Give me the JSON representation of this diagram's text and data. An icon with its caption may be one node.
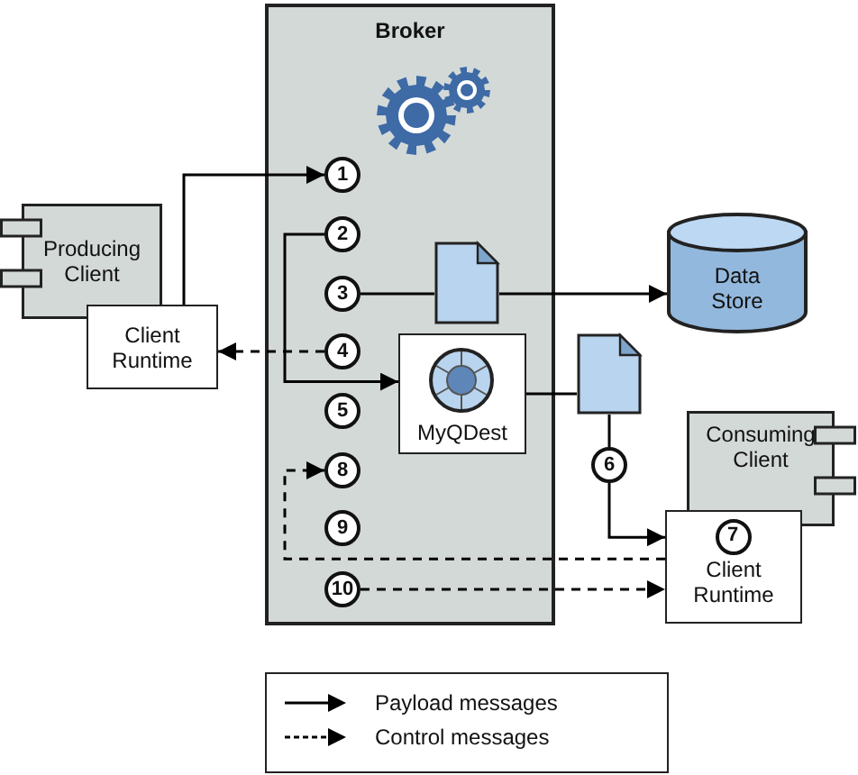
{
  "diagram": {
    "nodes": [
      {
        "text": [
          "Broker"
        ]
      },
      {
        "text": [
          "1"
        ],
        "in": 0
      },
      {
        "text": [
          "2"
        ],
        "in": 0
      },
      {
        "text": [
          "3"
        ],
        "in": 0
      },
      {
        "text": [
          "4"
        ],
        "in": 0
      },
      {
        "text": [
          "5"
        ],
        "in": 0
      },
      {
        "text": [
          "MyQDest"
        ],
        "in": 0
      },
      {
        "text": [
          "8"
        ],
        "in": 0
      },
      {
        "text": [
          "9"
        ],
        "in": 0
      },
      {
        "text": [
          "10"
        ],
        "in": 0
      },
      {
        "text": [],
        "shape": "document",
        "in": 0
      },
      {
        "text": [
          "Producing Client"
        ]
      },
      {
        "text": [
          "Client Runtime"
        ]
      },
      {
        "text": [
          "Data Store"
        ]
      },
      {
        "text": [],
        "shape": "document"
      },
      {
        "text": [
          "6"
        ]
      },
      {
        "text": [
          "Consuming Client"
        ]
      },
      {
        "text": [
          "Client Runtime"
        ]
      },
      {
        "text": [
          "7"
        ],
        "in": 17
      }
    ],
    "edges": [
      {
        "from": 12,
        "to": 1,
        "arrow": "to"
      },
      {
        "from": 2,
        "to": 6,
        "arrow": "to"
      },
      {
        "from": 3,
        "to": 10,
        "arrow": "none"
      },
      {
        "from": 10,
        "to": 13,
        "arrow": "to"
      },
      {
        "from": 4,
        "to": 12,
        "arrow": "to",
        "style": "dashed"
      },
      {
        "from": 6,
        "to": 14,
        "arrow": "none"
      },
      {
        "from": 14,
        "to": 15,
        "arrow": "none"
      },
      {
        "from": 15,
        "to": 17,
        "arrow": "to"
      },
      {
        "from": 17,
        "to": 7,
        "arrow": "to",
        "style": "dashed"
      },
      {
        "from": 9,
        "to": 17,
        "arrow": "to",
        "style": "dashed"
      }
    ],
    "legend": [
      {
        "text": "Payload messages"
      },
      {
        "text": "Control messages"
      }
    ]
  }
}
